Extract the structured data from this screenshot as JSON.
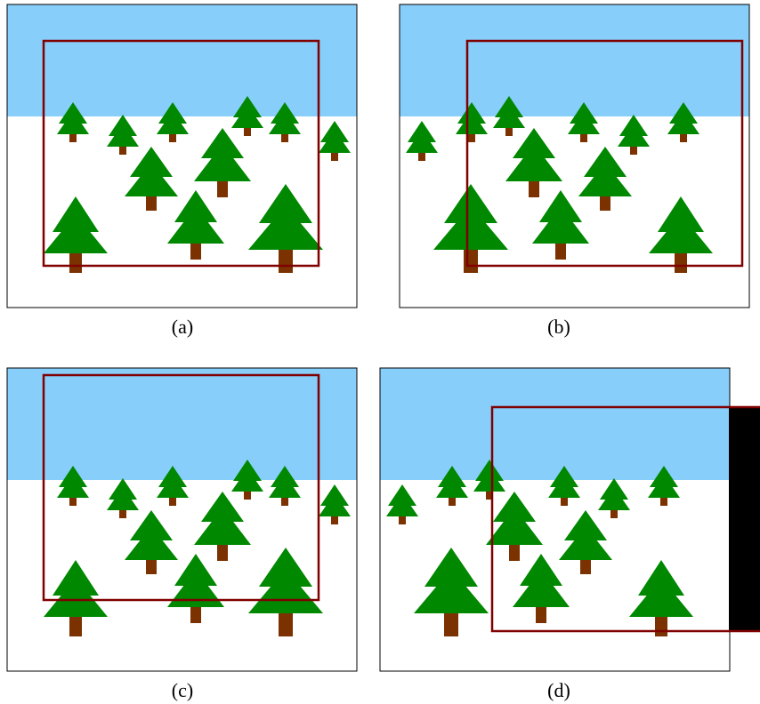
{
  "panels": [
    {
      "id": "a",
      "caption": "(a)",
      "crop_box": "panel-a-crop-box"
    },
    {
      "id": "b",
      "caption": "(b)",
      "crop_box": "panel-b-crop-box"
    },
    {
      "id": "c",
      "caption": "(c)",
      "crop_box": "panel-c-crop-box"
    },
    {
      "id": "d",
      "caption": "(d)",
      "crop_box": "panel-d-crop-box"
    }
  ],
  "colors": {
    "sky": "#87cefa",
    "ground": "#ffffff",
    "tree_foliage": "#008800",
    "tree_trunk": "#7b3200",
    "crop_box": "#800000",
    "padding": "#000000",
    "border": "#000000"
  }
}
